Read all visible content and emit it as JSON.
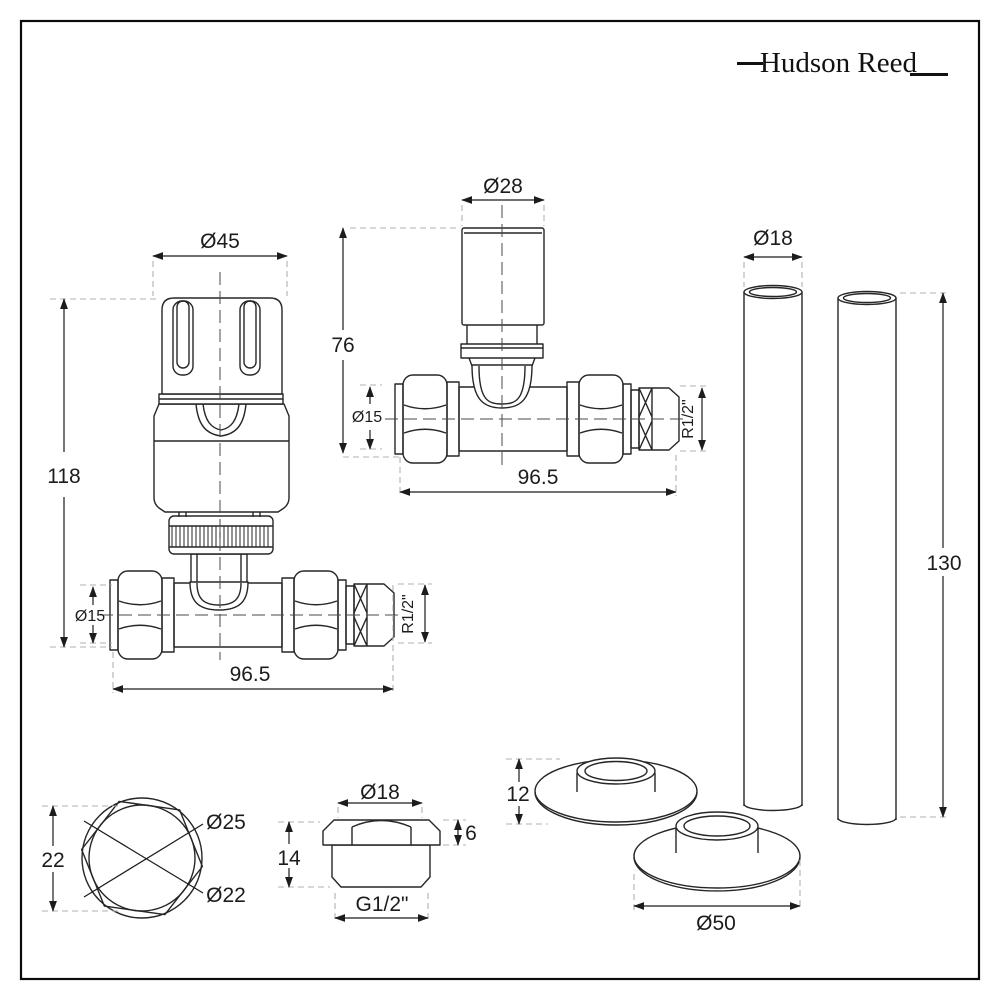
{
  "brand": {
    "name": "Hudson Reed"
  },
  "colors": {
    "line": "#262626",
    "dimension": "#1c1c1c",
    "extension": "#b0b0b0",
    "background": "#ffffff"
  },
  "parts": {
    "trv_valve": {
      "dims": {
        "head_width": "Ø45",
        "overall_height": "118",
        "inlet_diameter": "Ø15",
        "body_length": "96.5",
        "outlet_thread": "R1/2\""
      }
    },
    "lockshield_valve": {
      "dims": {
        "cap_diameter": "Ø28",
        "overall_height": "76",
        "inlet_diameter": "Ø15",
        "body_length": "96.5",
        "outlet_thread": "R1/2\""
      }
    },
    "pipes": {
      "dims": {
        "diameter": "Ø18",
        "length": "130"
      }
    },
    "collars": {
      "dims": {
        "height": "12",
        "diameter": "Ø50"
      }
    },
    "nut_top": {
      "dims": {
        "across_flats": "22",
        "outer_diameter": "Ø25",
        "inner_diameter": "Ø22"
      }
    },
    "plug": {
      "dims": {
        "head_diameter": "Ø18",
        "overall_height": "14",
        "head_height": "6",
        "thread": "G1/2\""
      }
    }
  }
}
